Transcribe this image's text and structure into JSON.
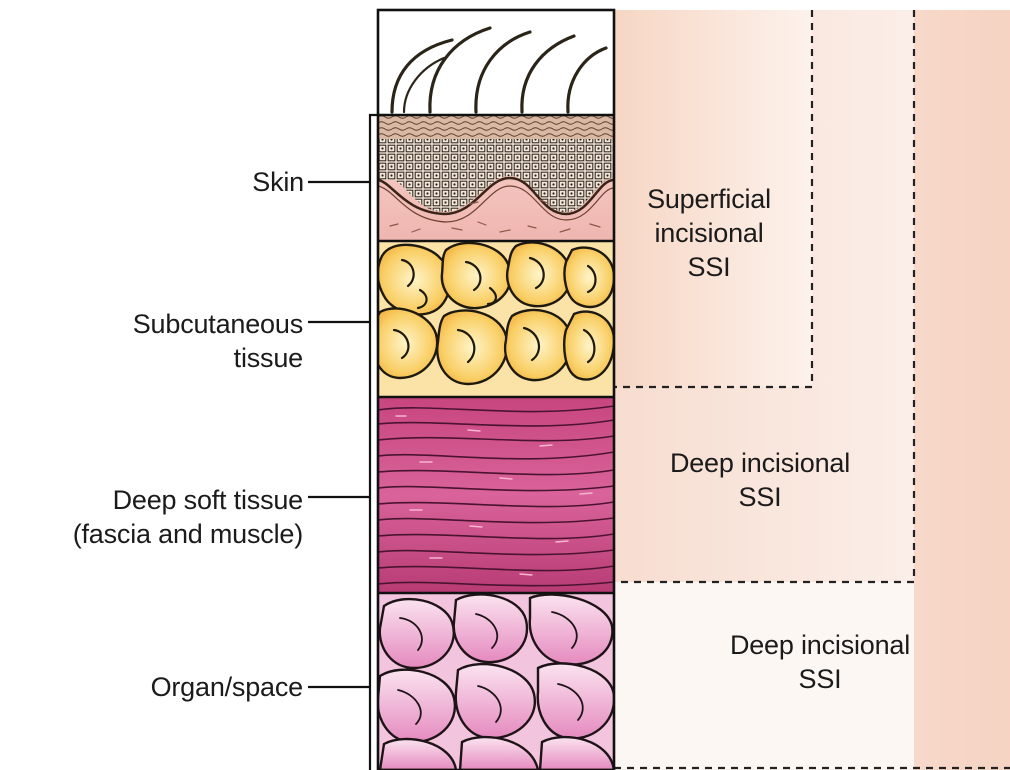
{
  "layers": [
    {
      "id": "skin",
      "label_lines": [
        "Skin"
      ]
    },
    {
      "id": "subcutaneous",
      "label_lines": [
        "Subcutaneous",
        "tissue"
      ]
    },
    {
      "id": "deep-soft",
      "label_lines": [
        "Deep soft tissue",
        "(fascia and muscle)"
      ]
    },
    {
      "id": "organ-space",
      "label_lines": [
        "Organ/space"
      ]
    }
  ],
  "zones": [
    {
      "id": "superficial",
      "label_lines": [
        "Superficial",
        "incisional",
        "SSI"
      ]
    },
    {
      "id": "deep",
      "label_lines": [
        "Deep incisional",
        "SSI"
      ]
    },
    {
      "id": "organ",
      "label_lines": [
        "Deep incisional",
        "SSI"
      ]
    }
  ],
  "colors": {
    "zone_fill": "#f6d9c9",
    "fat": "#f5b93a",
    "muscle": "#cc4f86",
    "organ": "#e9a7cf",
    "dermis": "#f2c3bf",
    "outline": "#1a1a1a"
  }
}
